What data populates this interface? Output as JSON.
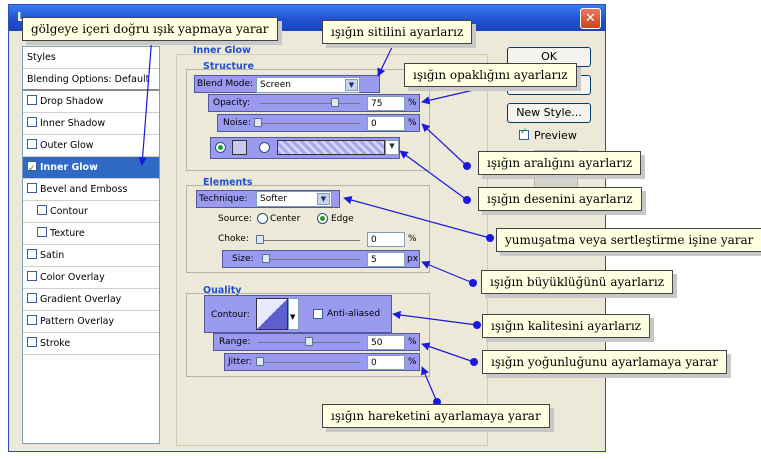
{
  "dialog": {
    "title": "L",
    "close_glyph": "✕"
  },
  "styles_list": {
    "items": [
      {
        "label": "Styles",
        "checkbox": false,
        "checked": false,
        "selected": false,
        "indent": false
      },
      {
        "label": "Blending Options: Default",
        "checkbox": false,
        "checked": false,
        "selected": false,
        "indent": false
      },
      {
        "label": "Drop Shadow",
        "checkbox": true,
        "checked": false,
        "selected": false,
        "indent": false
      },
      {
        "label": "Inner Shadow",
        "checkbox": true,
        "checked": false,
        "selected": false,
        "indent": false
      },
      {
        "label": "Outer Glow",
        "checkbox": true,
        "checked": false,
        "selected": false,
        "indent": false
      },
      {
        "label": "Inner Glow",
        "checkbox": true,
        "checked": true,
        "selected": true,
        "indent": false
      },
      {
        "label": "Bevel and Emboss",
        "checkbox": true,
        "checked": false,
        "selected": false,
        "indent": false
      },
      {
        "label": "Contour",
        "checkbox": true,
        "checked": false,
        "selected": false,
        "indent": true
      },
      {
        "label": "Texture",
        "checkbox": true,
        "checked": false,
        "selected": false,
        "indent": true
      },
      {
        "label": "Satin",
        "checkbox": true,
        "checked": false,
        "selected": false,
        "indent": false
      },
      {
        "label": "Color Overlay",
        "checkbox": true,
        "checked": false,
        "selected": false,
        "indent": false
      },
      {
        "label": "Gradient Overlay",
        "checkbox": true,
        "checked": false,
        "selected": false,
        "indent": false
      },
      {
        "label": "Pattern Overlay",
        "checkbox": true,
        "checked": false,
        "selected": false,
        "indent": false
      },
      {
        "label": "Stroke",
        "checkbox": true,
        "checked": false,
        "selected": false,
        "indent": false
      }
    ]
  },
  "inner_glow": {
    "title": "Inner Glow",
    "structure": {
      "title": "Structure",
      "blend_mode_label": "Blend Mode:",
      "blend_mode_value": "Screen",
      "opacity_label": "Opacity:",
      "opacity_value": "75",
      "opacity_fraction": 0.75,
      "noise_label": "Noise:",
      "noise_value": "0",
      "noise_fraction": 0,
      "percent": "%"
    },
    "elements": {
      "title": "Elements",
      "technique_label": "Technique:",
      "technique_value": "Softer",
      "source_label": "Source:",
      "source_center": "Center",
      "source_edge": "Edge",
      "choke_label": "Choke:",
      "choke_value": "0",
      "size_label": "Size:",
      "size_value": "5",
      "size_unit": "px"
    },
    "quality": {
      "title": "Quality",
      "contour_label": "Contour:",
      "anti_aliased_label": "Anti-aliased",
      "range_label": "Range:",
      "range_value": "50",
      "range_fraction": 0.5,
      "jitter_label": "Jitter:",
      "jitter_value": "0",
      "percent": "%"
    }
  },
  "buttons": {
    "ok": "OK",
    "new_style": "New Style...",
    "preview": "Preview"
  },
  "callouts": {
    "c1": "gölgeye içeri doğru ışık yapmaya yarar",
    "c2": "ışığın sitilini ayarlarız",
    "c3": "ışığın opaklığını ayarlarız",
    "c4": "ışığın aralığını ayarlarız",
    "c5": "ışığın desenini ayarlarız",
    "c6": "yumuşatma veya sertleştirme işine yarar",
    "c7": "ışığın büyüklüğünü ayarlarız",
    "c8": "ışığın kalitesini ayarlarız",
    "c9": "ışığın yoğunluğunu ayarlamaya yarar",
    "c10": "ışığın hareketini ayarlamaya yarar"
  },
  "colors": {
    "highlight": "#9a9bf0",
    "selection": "#316ac5",
    "arrow": "#1a1adc",
    "callout_bg": "#ffffe1"
  }
}
